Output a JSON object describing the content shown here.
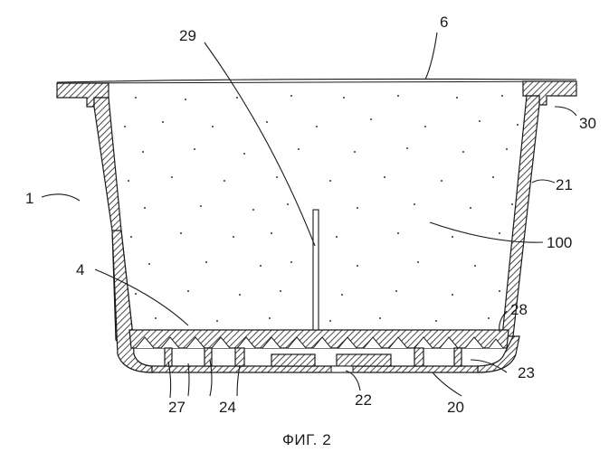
{
  "figure": {
    "caption": "ФИГ. 2",
    "labels": {
      "l1": "1",
      "l4": "4",
      "l6": "6",
      "l20": "20",
      "l21": "21",
      "l22": "22",
      "l23": "23",
      "l24": "24",
      "l27": "27",
      "l28": "28",
      "l29": "29",
      "l30": "30",
      "l100": "100"
    }
  }
}
